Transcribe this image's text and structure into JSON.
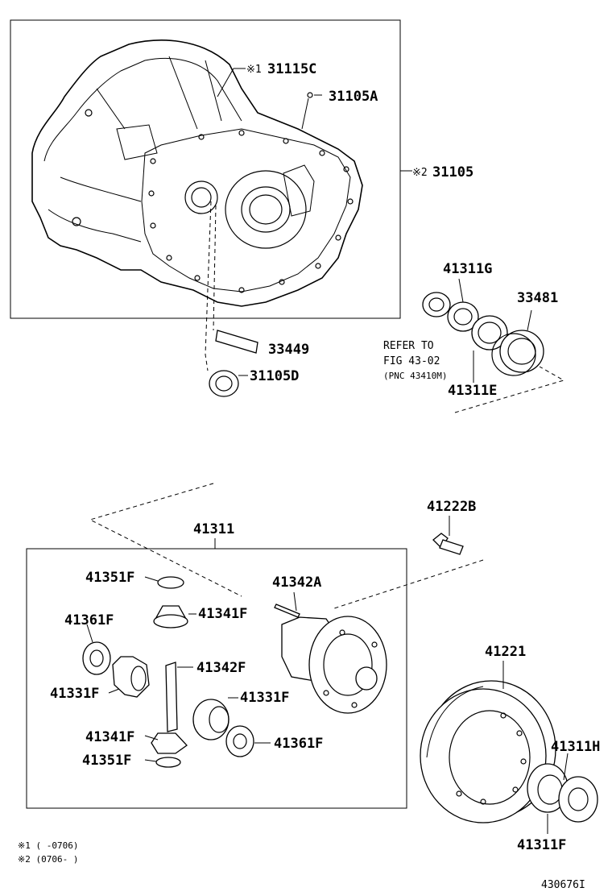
{
  "labels": {
    "p31115C": "31115C",
    "p31105A": "31105A",
    "p31105": "31105",
    "p41311G": "41311G",
    "p33481": "33481",
    "p33449": "33449",
    "p31105D": "31105D",
    "refer1": "REFER TO",
    "refer2": "FIG 43-02",
    "refer3": "(PNC 43410M)",
    "p41311E": "41311E",
    "p41222B": "41222B",
    "p41311": "41311",
    "p41351F_a": "41351F",
    "p41342A": "41342A",
    "p41341F_a": "41341F",
    "p41361F_a": "41361F",
    "p41342F": "41342F",
    "p41331F_a": "41331F",
    "p41331F_b": "41331F",
    "p41341F_b": "41341F",
    "p41361F_b": "41361F",
    "p41351F_b": "41351F",
    "p41221": "41221",
    "p41311H": "41311H",
    "p41311F": "41311F"
  },
  "marks": {
    "mark1": "※1",
    "mark2": "※2"
  },
  "notes": {
    "note1": "※1 (      -0706)",
    "note2": "※2 (0706-      )"
  },
  "figure_id": "430676I"
}
